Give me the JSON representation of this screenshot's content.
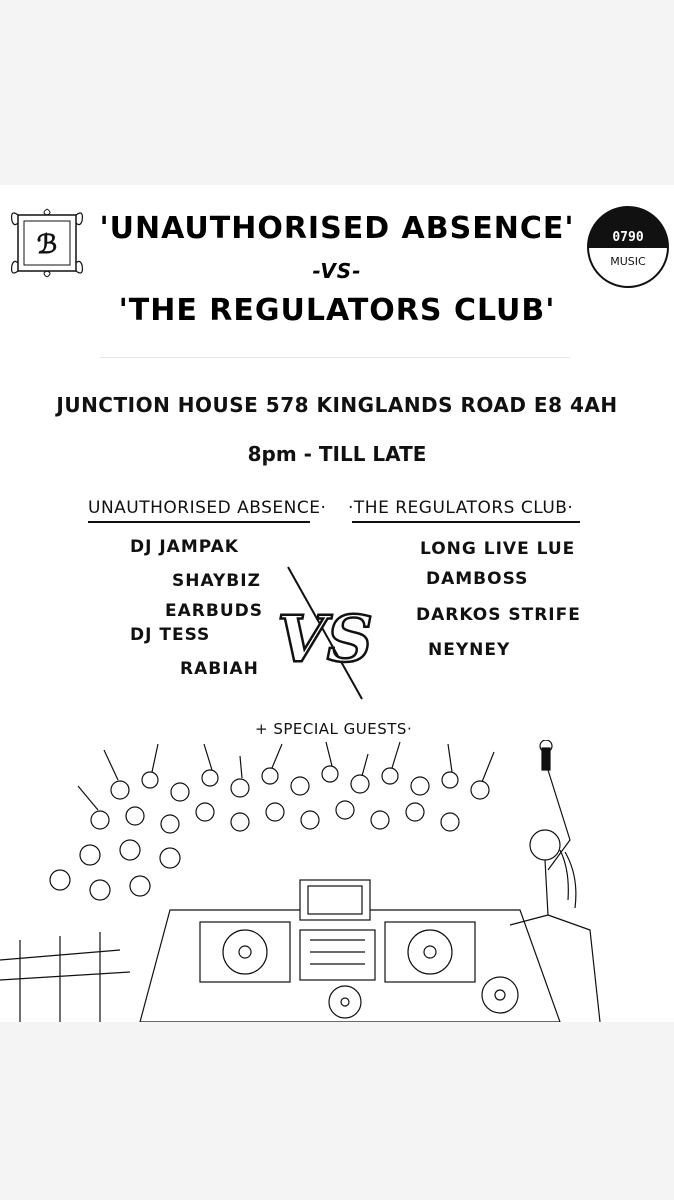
{
  "logos": {
    "left_icon": "ornate-monogram-icon",
    "right_top": "0790",
    "right_bottom": "MUSIC"
  },
  "header": {
    "title_1": "'UNAUTHORISED ABSENCE'",
    "vs": "-VS-",
    "title_2": "'THE REGULATORS CLUB'"
  },
  "event": {
    "venue": "JUNCTION HOUSE 578 KINGLANDS ROAD E8 4AH",
    "time": "8pm - TILL LATE"
  },
  "lineup": {
    "left_heading": "UNAUTHORISED ABSENCE·",
    "left_acts": [
      "DJ JAMPAK",
      "SHAYBIZ",
      "EARBUDS",
      "DJ TESS",
      "RABIAH"
    ],
    "right_heading": "·THE REGULATORS CLUB·",
    "right_acts": [
      "LONG LIVE LUE",
      "DAMBOSS",
      "DARKOS STRIFE",
      "NEYNEY"
    ],
    "big_vs": "VS",
    "guests": "+ SPECIAL GUESTS·"
  },
  "illustration": {
    "icon": "crowd-and-dj-booth-illustration"
  }
}
